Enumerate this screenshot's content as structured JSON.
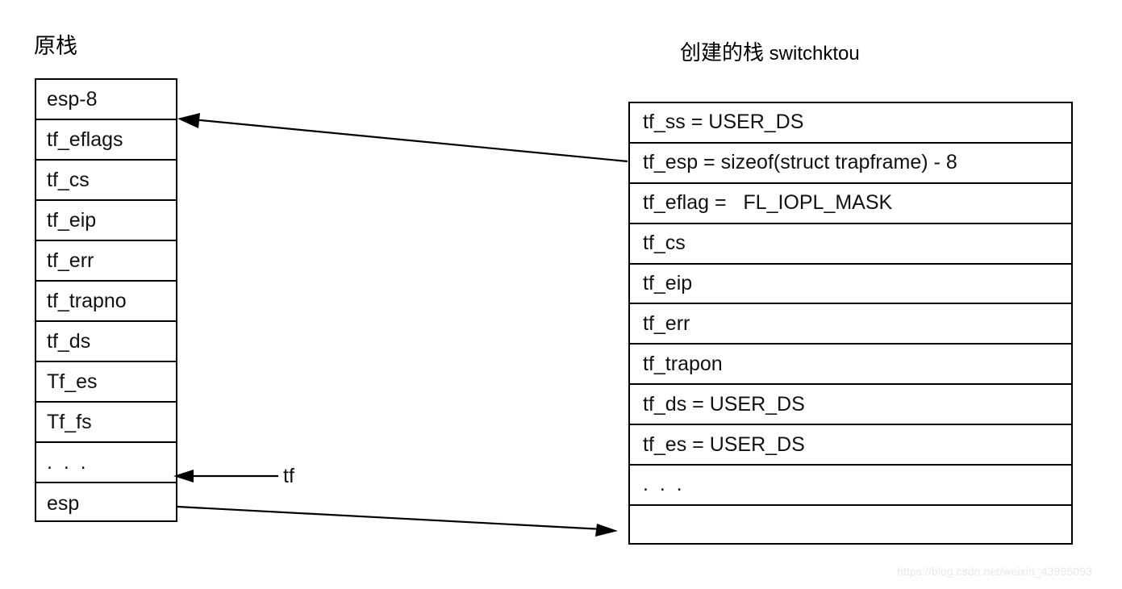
{
  "diagram": {
    "left_stack": {
      "title": "原栈",
      "rows": [
        {
          "label": "esp-8"
        },
        {
          "label": "tf_eflags"
        },
        {
          "label": "tf_cs"
        },
        {
          "label": "tf_eip"
        },
        {
          "label": "tf_err"
        },
        {
          "label": "tf_trapno"
        },
        {
          "label": "tf_ds"
        },
        {
          "label": "Tf_es"
        },
        {
          "label": "Tf_fs"
        },
        {
          "label": ".  .  ."
        },
        {
          "label": "esp"
        }
      ]
    },
    "right_stack": {
      "title_cjk": "创建的栈",
      "title_latin": " switchktou",
      "rows": [
        {
          "label": "tf_ss = USER_DS"
        },
        {
          "label": "tf_esp = sizeof(struct trapframe) - 8"
        },
        {
          "label": "tf_eflag =   FL_IOPL_MASK"
        },
        {
          "label": "tf_cs"
        },
        {
          "label": "tf_eip"
        },
        {
          "label": "tf_err"
        },
        {
          "label": "tf_trapon"
        },
        {
          "label": "tf_ds = USER_DS"
        },
        {
          "label": "tf_es = USER_DS"
        },
        {
          "label": ".  .  ."
        },
        {
          "label": ""
        }
      ]
    },
    "annotations": {
      "tf_pointer_label": "tf"
    },
    "watermark": "https://blog.csdn.net/weixin_43995093",
    "colors": {
      "stroke": "#000000",
      "text": "#111111",
      "background": "#ffffff",
      "watermark": "#e8e8e8"
    }
  }
}
